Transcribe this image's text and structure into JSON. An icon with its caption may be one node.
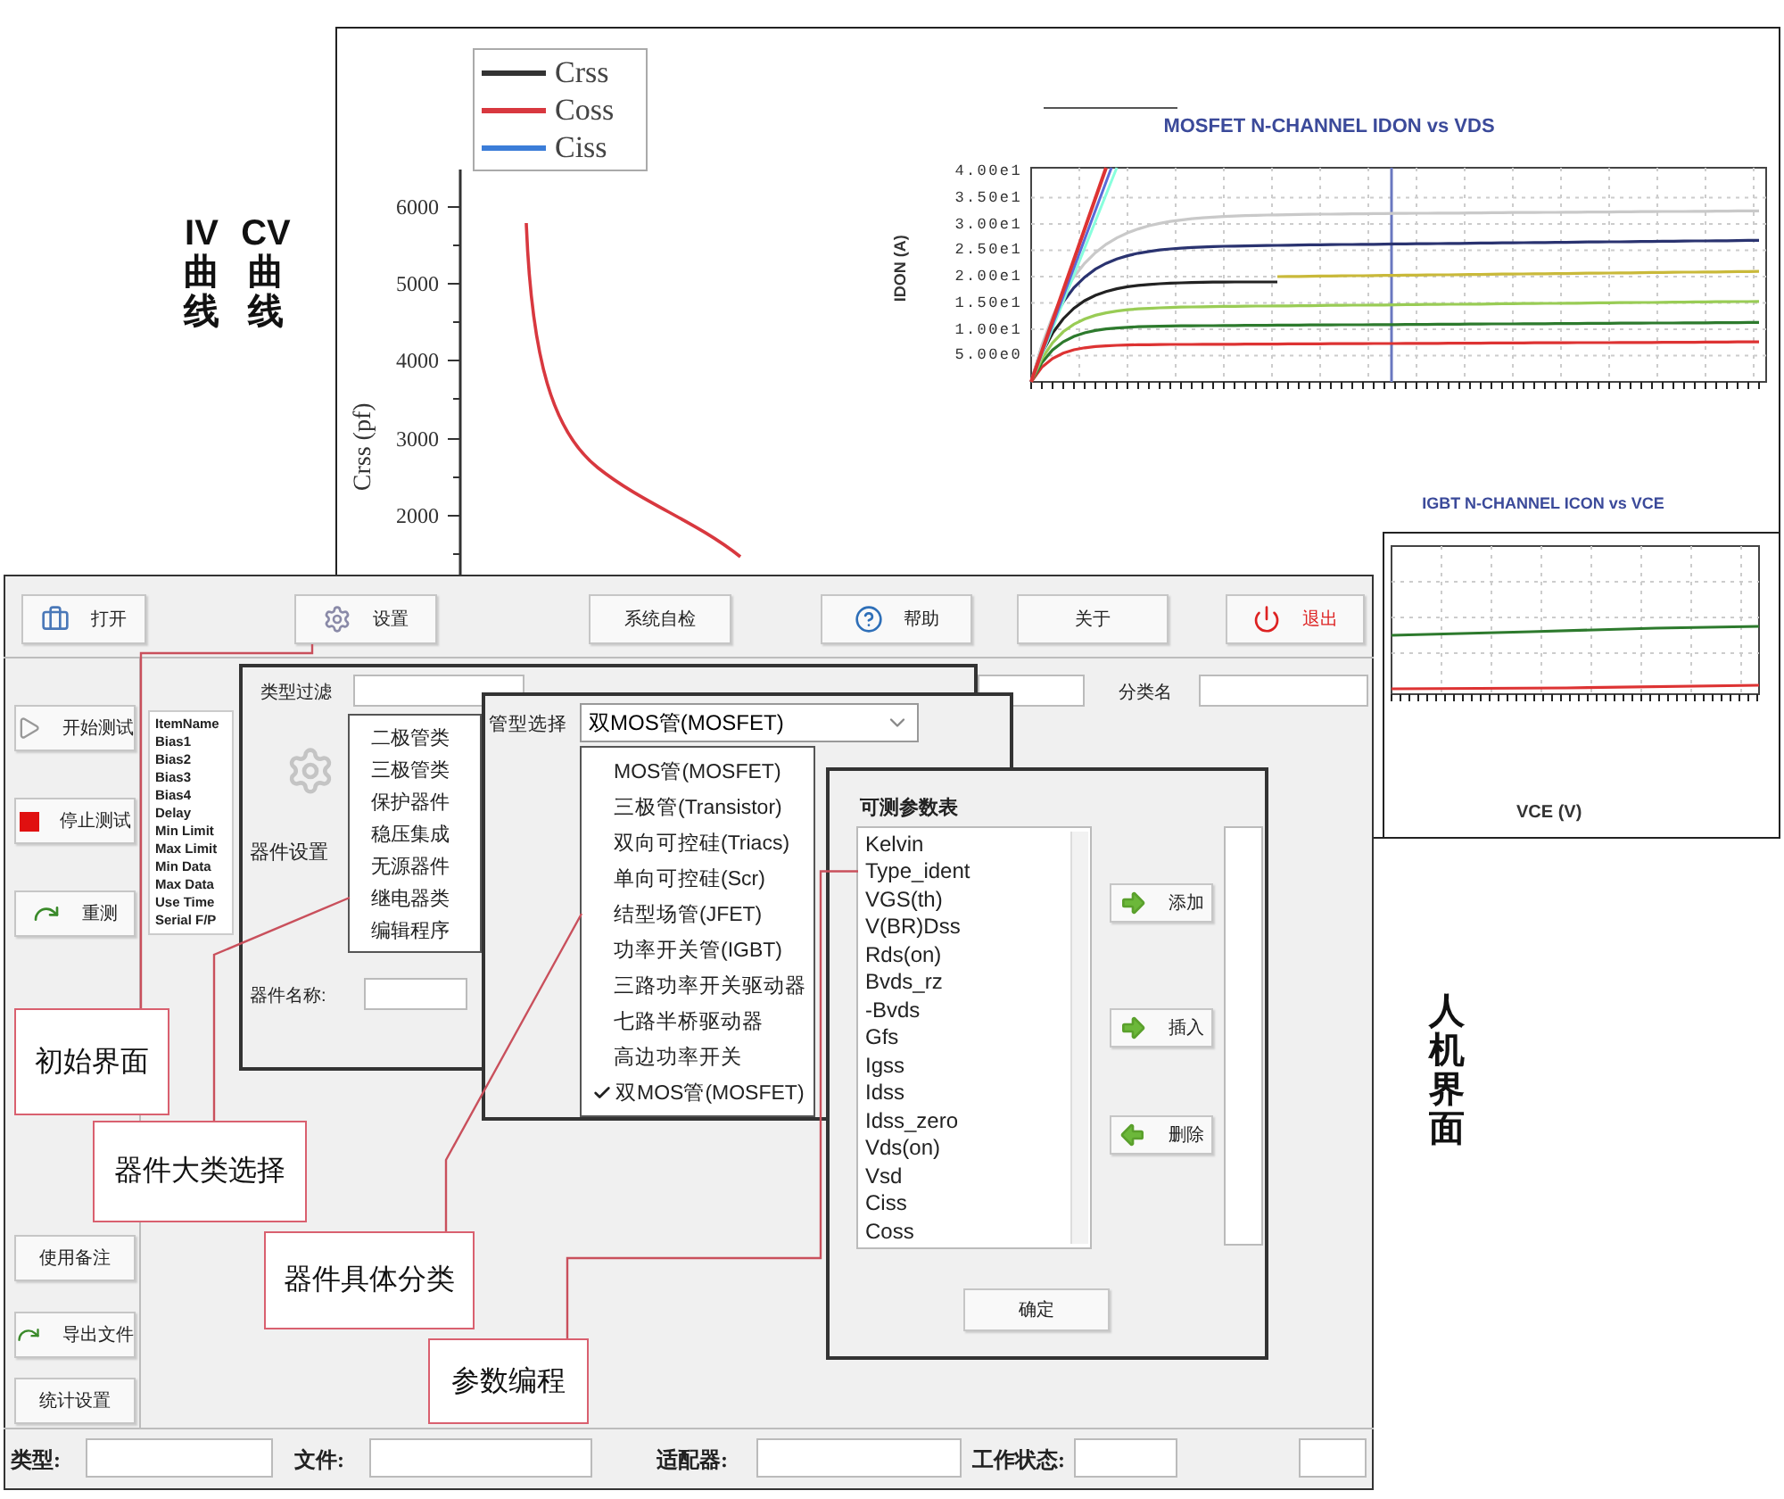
{
  "diagram": {
    "nodes": [
      {
        "text": [
          "初始界面"
        ]
      },
      {
        "text": [
          "器件大类选择"
        ]
      },
      {
        "text": [
          "器件具体分类"
        ]
      },
      {
        "text": [
          "参数编程"
        ]
      },
      {
        "text": [
          "设置"
        ]
      },
      {
        "text": [
          "继电器类"
        ]
      },
      {
        "text": [
          "结型场管(JFET)"
        ]
      },
      {
        "text": [
          "Type_ident"
        ]
      },
      {
        "text": [
          "打开"
        ]
      },
      {
        "text": [
          "系统自检"
        ]
      },
      {
        "text": [
          "帮助"
        ]
      },
      {
        "text": [
          "关于"
        ]
      },
      {
        "text": [
          "退出"
        ]
      },
      {
        "text": [],
        "shape": "box"
      },
      {
        "text": [
          "开始测试"
        ]
      },
      {
        "text": [
          "停止测试"
        ]
      },
      {
        "text": [
          "重测"
        ]
      },
      {
        "text": [
          "使用备注"
        ]
      },
      {
        "text": [
          "导出文件"
        ]
      },
      {
        "text": [
          "统计设置"
        ]
      },
      {
        "text": [
          "添加"
        ]
      },
      {
        "text": [
          "插入"
        ]
      },
      {
        "text": [
          "删除"
        ]
      },
      {
        "text": [
          "确定"
        ]
      }
    ],
    "edges": [
      {
        "from": 0,
        "to": 4,
        "arrow": "none"
      },
      {
        "from": 1,
        "to": 5,
        "arrow": "none"
      },
      {
        "from": 2,
        "to": 6,
        "arrow": "none"
      },
      {
        "from": 3,
        "to": 7,
        "arrow": "none"
      }
    ],
    "labels": [
      "IV曲线",
      "CV曲线",
      "人机界面",
      "Crss (pf)",
      "6000",
      "5000",
      "4000",
      "3000",
      "2000",
      "MOSFET N-CHANNEL IDON vs VDS",
      "IDON (A)",
      "4.00e1",
      "3.50e1",
      "3.00e1",
      "2.50e1",
      "2.00e1",
      "1.50e1",
      "1.00e1",
      "5.00e0",
      "IGBT N-CHANNEL ICON vs VCE",
      "VCE (V)",
      "ItemName",
      "Bias1",
      "Bias2",
      "Bias3",
      "Bias4",
      "Delay",
      "Min Limit",
      "Max Limit",
      "Min Data",
      "Max Data",
      "Use Time",
      "Serial F/P",
      "类型过滤",
      "器件设置",
      "器件名称:",
      "分类名",
      "二极管类",
      "三极管类",
      "保护器件",
      "稳压集成",
      "无源器件",
      "编辑程序",
      "管型选择",
      "双MOS管(MOSFET)",
      "MOS管(MOSFET)",
      "三极管(Transistor)",
      "双向可控硅(Triacs)",
      "单向可控硅(Scr)",
      "功率开关管(IGBT)",
      "三路功率开关驱动器",
      "七路半桥驱动器",
      "高边功率开关",
      "双MOS管(MOSFET)",
      "可测参数表",
      "Kelvin",
      "VGS(th)",
      "V(BR)Dss",
      "Rds(on)",
      "Bvds_rz",
      "-Bvds",
      "Gfs",
      "Igss",
      "Idss",
      "Idss_zero",
      "Vds(on)",
      "Vsd",
      "Ciss",
      "Coss",
      "类型:",
      "文件:",
      "适配器:",
      "工作状态:"
    ],
    "legend": [
      {
        "text": "Crss"
      },
      {
        "text": "Coss"
      },
      {
        "text": "Ciss"
      }
    ]
  }
}
